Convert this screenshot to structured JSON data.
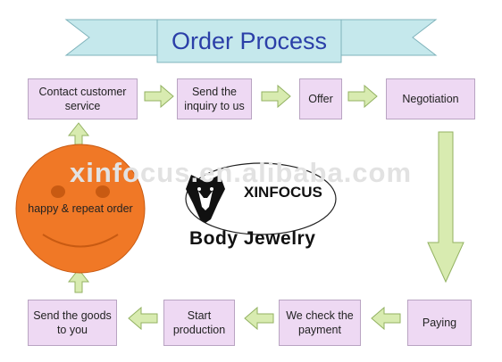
{
  "title": "Order Process",
  "watermark": "xinfocus.en.alibaba.com",
  "center": {
    "brand": "XINFOCUS",
    "tagline": "Body Jewelry"
  },
  "smiley_text": "happy & repeat order",
  "steps": {
    "contact": "Contact customer\nservice",
    "inquiry": "Send the\ninquiry to us",
    "offer": "Offer",
    "negotiation": "Negotiation",
    "paying": "Paying",
    "check_payment": "We check the\npayment",
    "production": "Start\nproduction",
    "send_goods": "Send the goods\nto you"
  },
  "colors": {
    "box_fill": "#eed9f3",
    "arrow_fill": "#d8ebb0",
    "ribbon_fill": "#c5e8ec",
    "smiley_fill": "#f07826",
    "title_color": "#2b3fa8"
  }
}
